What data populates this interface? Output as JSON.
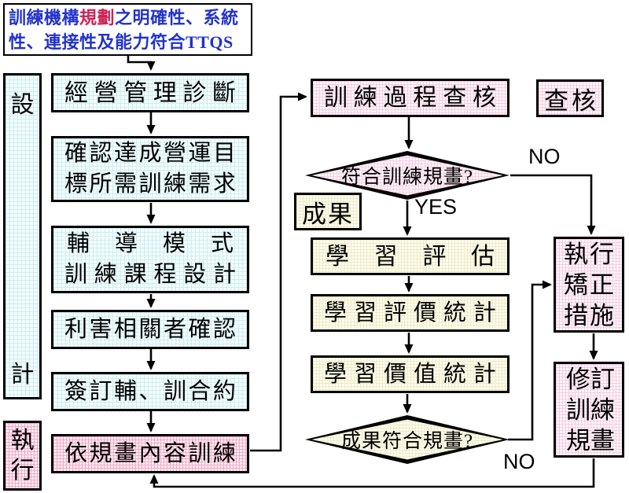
{
  "title": {
    "part1": "訓練機構",
    "part2": "規劃",
    "part3": "之明確性、系統性、連接性及能力符合TTQS"
  },
  "colors": {
    "title_blue": "#2233cc",
    "title_red": "#cc2255",
    "cyan_grid": "#cdeef1",
    "pink_grid": "#f3cfe2",
    "strong_pink_grid": "#f2a9c6",
    "yellow_grid": "#eeebc8"
  },
  "stages": {
    "design_top": "設",
    "design_bottom": "計",
    "exec_top": "執",
    "exec_bottom": "行"
  },
  "left_flow": {
    "diagnosis": "經營管理診斷",
    "confirm_l1": "確認達成營運目",
    "confirm_l2": "標所需訓練需求",
    "model_l1": "輔導模式",
    "model_l2": "訓練課程設計",
    "stakeholder": "利害相關者確認",
    "contract": "簽訂輔、訓合約",
    "train_by_plan": "依規畫內容訓練"
  },
  "right_flow": {
    "process_check": "訓練過程查核",
    "check_label": "查核",
    "decision1": "符合訓練規畫?",
    "outcome_label": "成果",
    "evaluation": "學習評估",
    "eval_stats": "學習評價統計",
    "value_stats": "學習價值統計",
    "decision2": "成果符合規畫?",
    "corrective_l1": "執行",
    "corrective_l2": "矯正",
    "corrective_l3": "措施",
    "revise_l1": "修訂",
    "revise_l2": "訓練",
    "revise_l3": "規畫",
    "yes_label": "YES",
    "no_label_1": "NO",
    "no_label_2": "NO"
  }
}
